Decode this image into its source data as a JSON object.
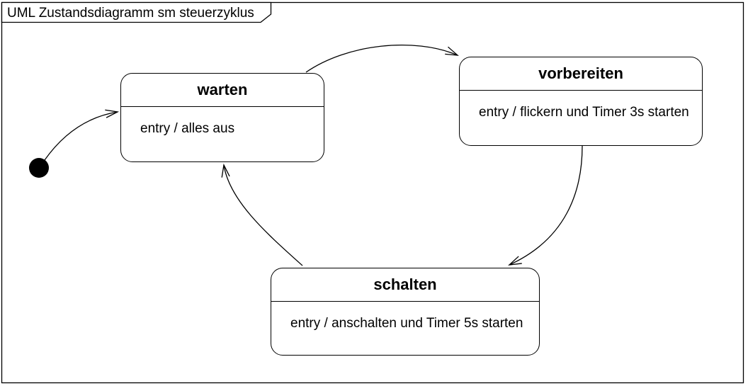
{
  "frame": {
    "title": "UML Zustandsdiagramm sm steuerzyklus"
  },
  "diagram": {
    "kind": "uml-state-machine",
    "states": [
      {
        "name": "warten",
        "action": "entry / alles aus"
      },
      {
        "name": "vorbereiten",
        "action": "entry / flickern und Timer 3s starten"
      },
      {
        "name": "schalten",
        "action": "entry / anschalten und Timer 5s starten"
      }
    ],
    "initial_pseudostate": {
      "transition_to": "warten"
    },
    "transitions": [
      {
        "from": "initial",
        "to": "warten"
      },
      {
        "from": "warten",
        "to": "vorbereiten"
      },
      {
        "from": "vorbereiten",
        "to": "schalten"
      },
      {
        "from": "schalten",
        "to": "warten"
      }
    ],
    "colors": {
      "line": "#000000",
      "text": "#000000",
      "background": "#ffffff"
    }
  }
}
